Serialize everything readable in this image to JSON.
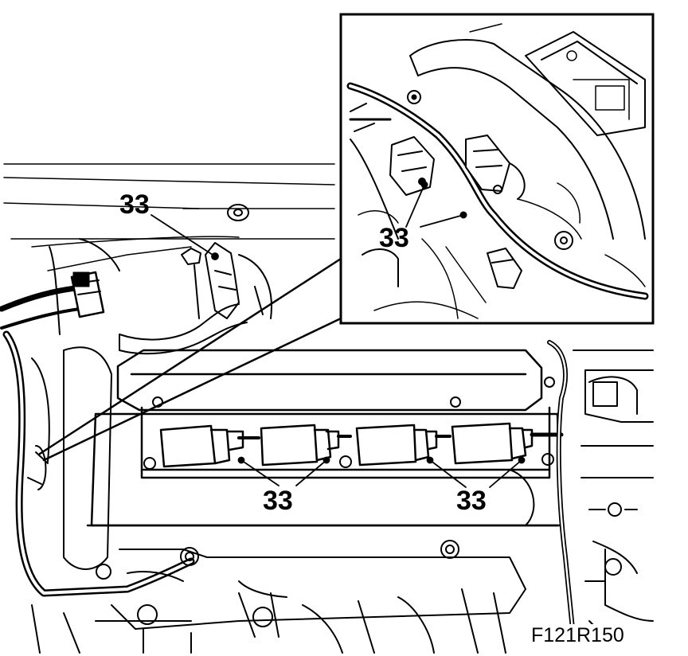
{
  "labels": {
    "callout_top_left": "33",
    "callout_inset": "33",
    "callout_bottom_left": "33",
    "callout_bottom_right": "33"
  },
  "figure_code": "F121R150",
  "colors": {
    "line": "#000000",
    "background": "#ffffff"
  }
}
